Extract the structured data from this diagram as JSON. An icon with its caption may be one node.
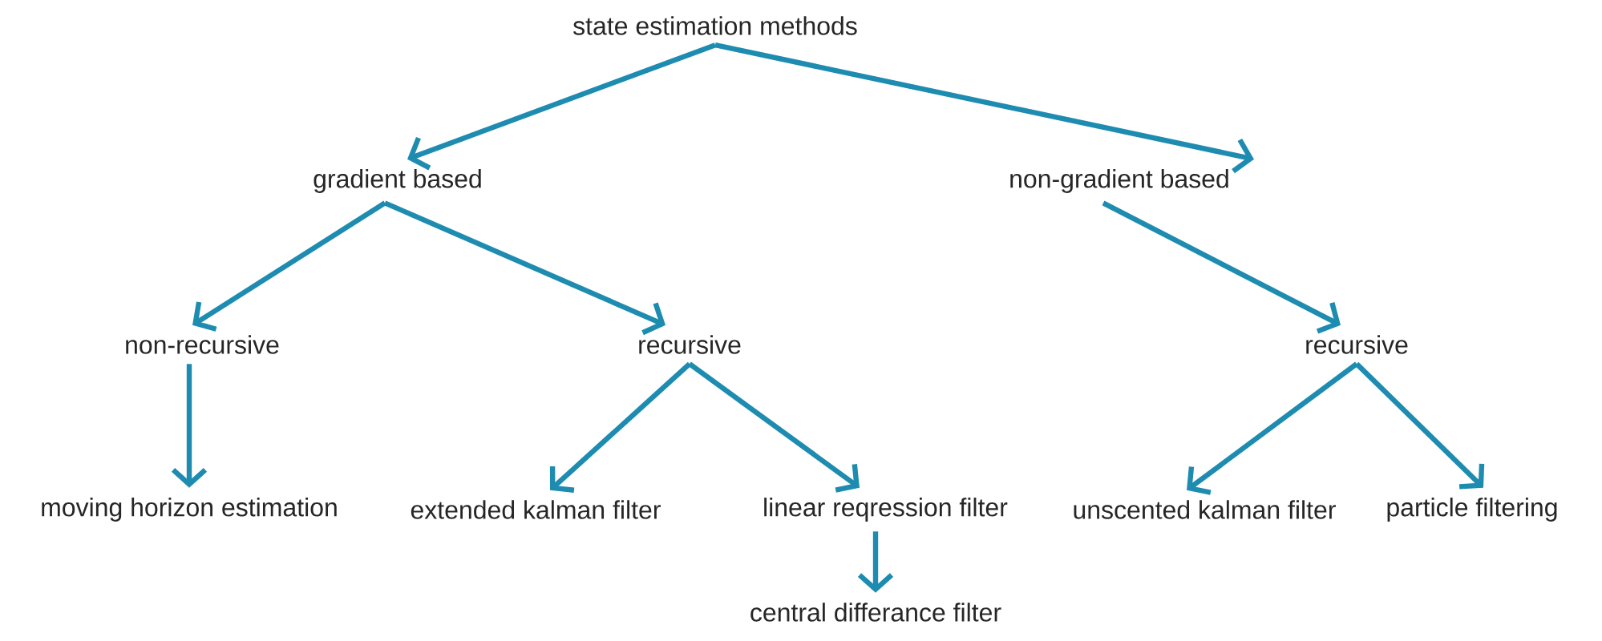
{
  "diagram": {
    "nodes": [
      {
        "text": [
          "state estimation methods"
        ]
      },
      {
        "text": [
          "gradient based"
        ]
      },
      {
        "text": [
          "non-gradient based"
        ]
      },
      {
        "text": [
          "non-recursive"
        ]
      },
      {
        "text": [
          "recursive"
        ]
      },
      {
        "text": [
          "recursive"
        ]
      },
      {
        "text": [
          "moving horizon estimation"
        ]
      },
      {
        "text": [
          "extended kalman filter"
        ]
      },
      {
        "text": [
          "linear reqression filter"
        ]
      },
      {
        "text": [
          "unscented kalman filter"
        ]
      },
      {
        "text": [
          "particle filtering"
        ]
      },
      {
        "text": [
          "central differance filter"
        ]
      }
    ],
    "edges": [
      {
        "from": 0,
        "to": 1,
        "arrow": "to"
      },
      {
        "from": 0,
        "to": 2,
        "arrow": "to"
      },
      {
        "from": 1,
        "to": 3,
        "arrow": "to"
      },
      {
        "from": 1,
        "to": 4,
        "arrow": "to"
      },
      {
        "from": 2,
        "to": 5,
        "arrow": "to"
      },
      {
        "from": 3,
        "to": 6,
        "arrow": "to"
      },
      {
        "from": 4,
        "to": 7,
        "arrow": "to"
      },
      {
        "from": 4,
        "to": 8,
        "arrow": "to"
      },
      {
        "from": 5,
        "to": 9,
        "arrow": "to"
      },
      {
        "from": 5,
        "to": 10,
        "arrow": "to"
      },
      {
        "from": 8,
        "to": 11,
        "arrow": "to"
      }
    ]
  }
}
